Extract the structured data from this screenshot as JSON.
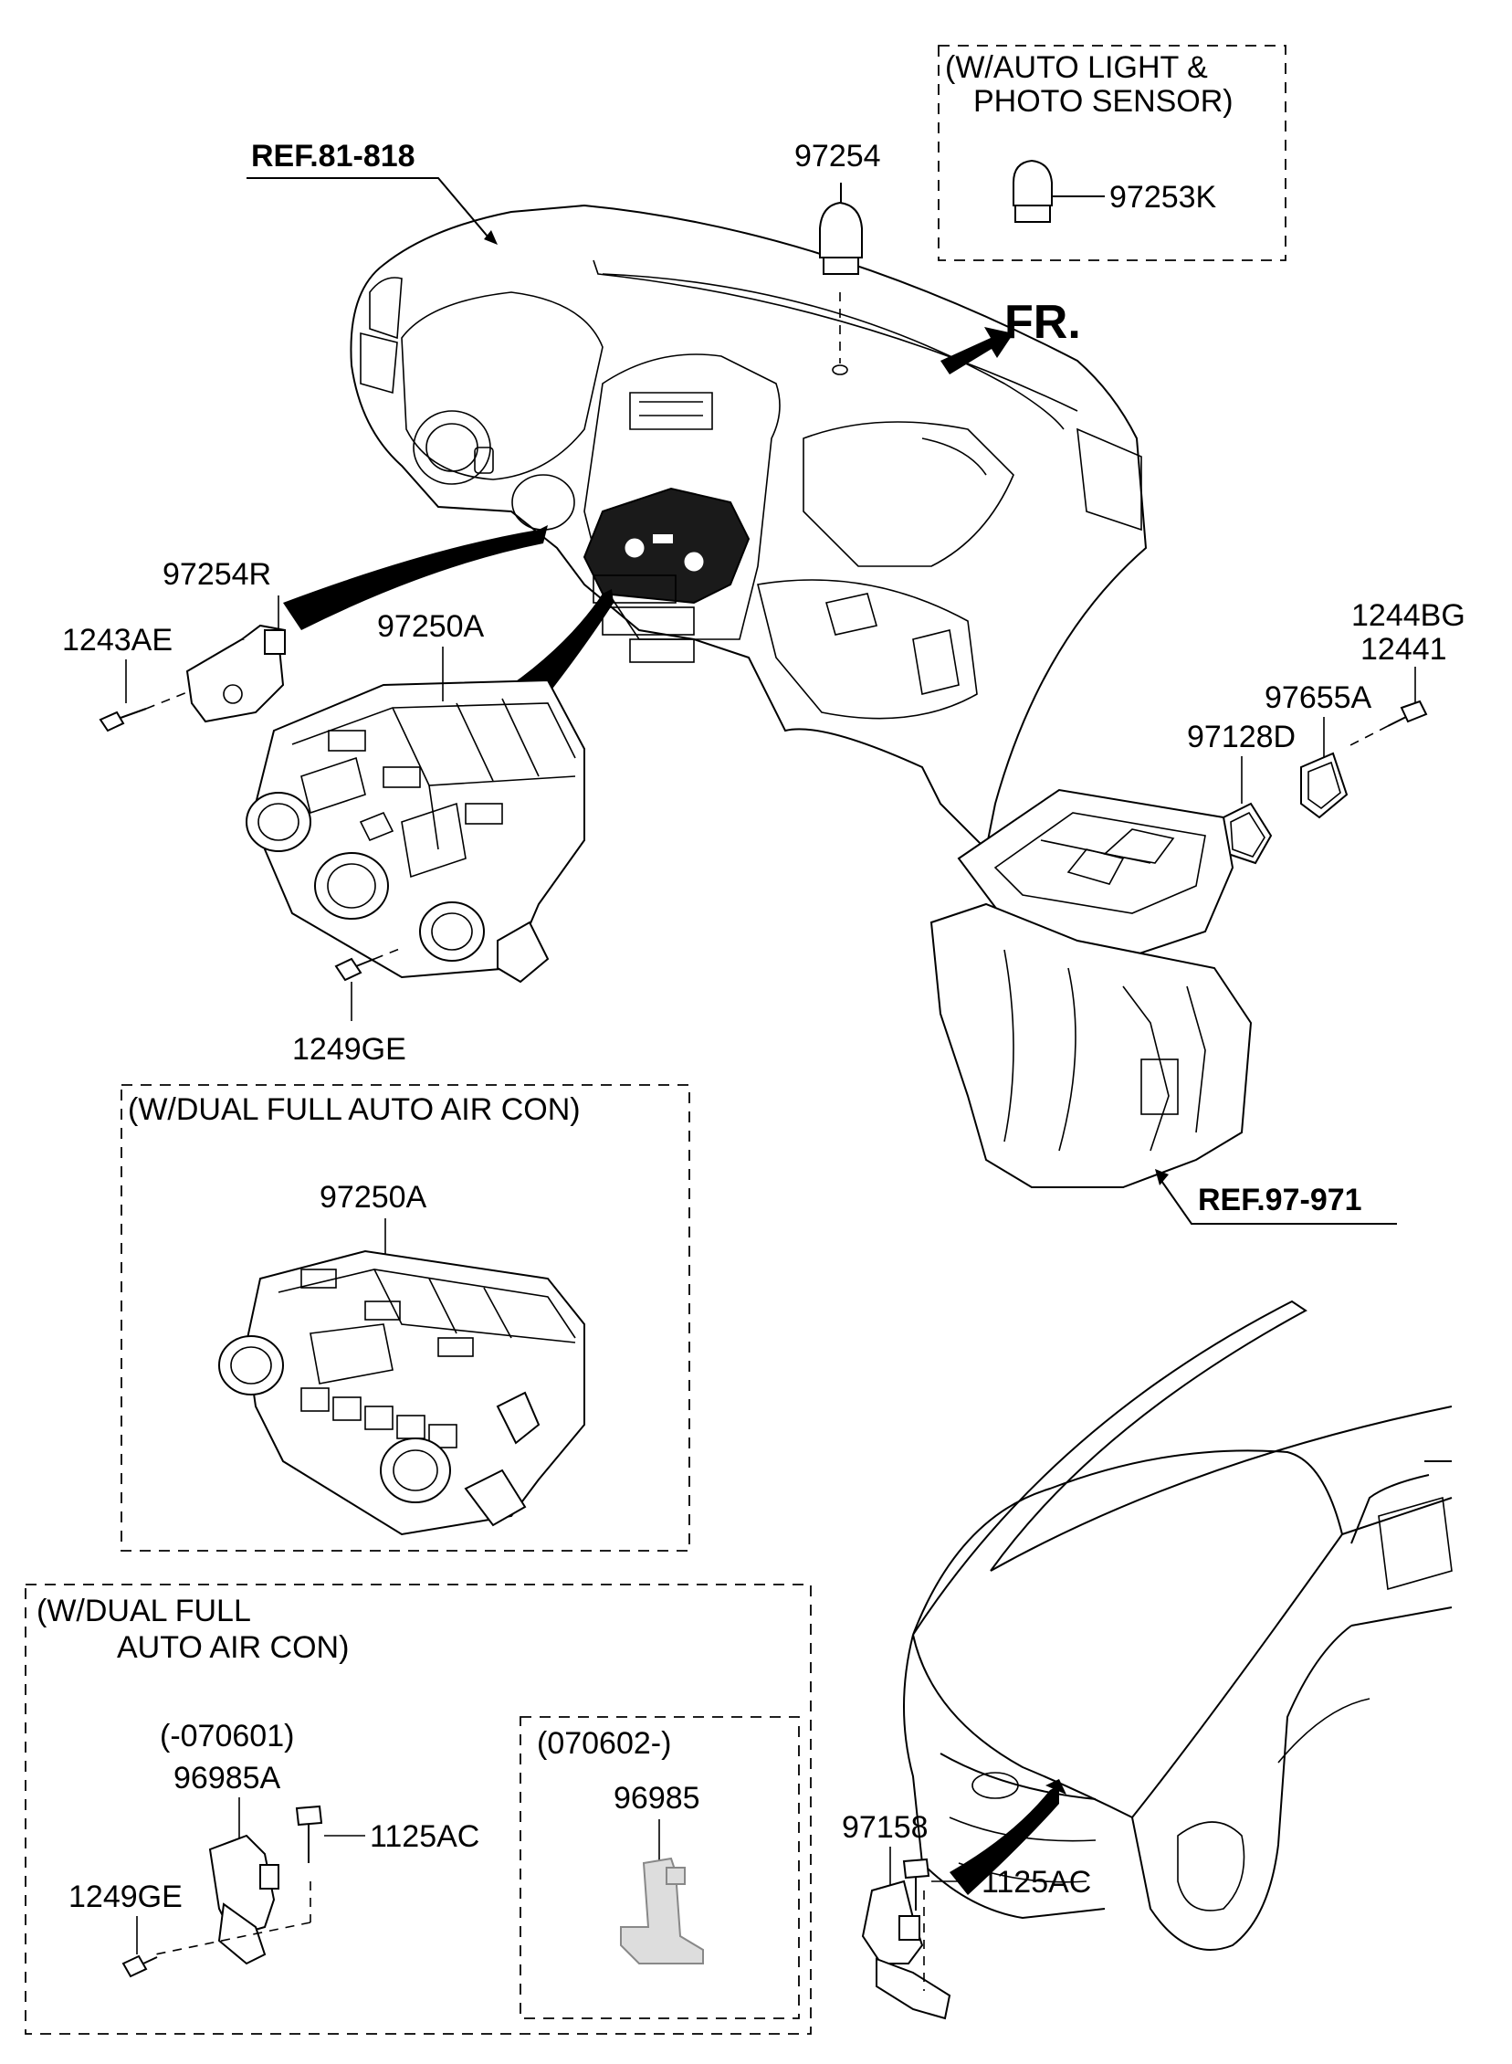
{
  "references": {
    "ref_81_818": "REF.81-818",
    "ref_97_971": "REF.97-971"
  },
  "direction": "FR.",
  "option_boxes": {
    "auto_light_line1": "(W/AUTO LIGHT &",
    "auto_light_line2": "PHOTO SENSOR)",
    "dual_full_auto_1": "(W/DUAL FULL AUTO AIR CON)",
    "dual_full_auto_2_line1": "(W/DUAL FULL",
    "dual_full_auto_2_line2": "AUTO AIR CON)",
    "date_before": "(-070601)",
    "date_after": "(070602-)"
  },
  "part_numbers": {
    "p97254": "97254",
    "p97253K": "97253K",
    "p97254R": "97254R",
    "p1243AE": "1243AE",
    "p97250A_top": "97250A",
    "p1249GE_top": "1249GE",
    "p1244BG": "1244BG",
    "p12441": "12441",
    "p97655A": "97655A",
    "p97128D": "97128D",
    "p97250A_box": "97250A",
    "p96985A": "96985A",
    "p1125AC_left": "1125AC",
    "p1249GE_bottom": "1249GE",
    "p96985": "96985",
    "p97158": "97158",
    "p1125AC_right": "1125AC"
  }
}
